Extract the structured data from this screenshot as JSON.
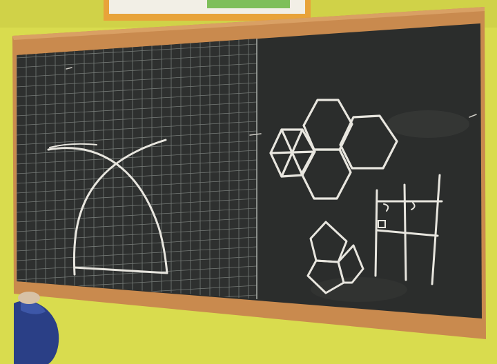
{
  "scene": {
    "subject": "classroom-chalkboard-photo",
    "colors": {
      "wall": "#d9dc4e",
      "frame": "#c98a4e",
      "board": "#2b2d2c",
      "grid_line": "#8f9591",
      "chalk": "#e8e6df",
      "sleeve": "#2a3f86"
    },
    "icons": [
      "poster-corner",
      "arch-drawing",
      "hexagon-tiling",
      "pentagon-tiling",
      "angle-grid-drawing",
      "child-arm"
    ]
  }
}
